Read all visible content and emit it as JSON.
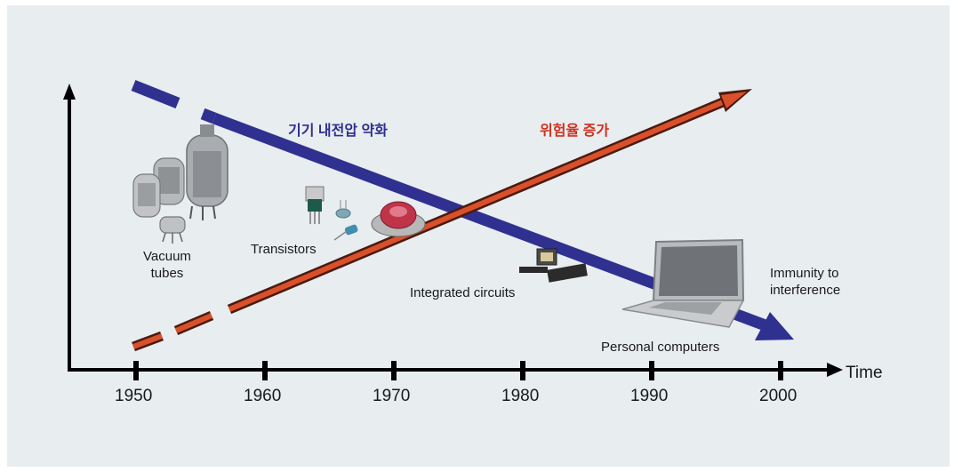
{
  "colors": {
    "background": "#e8edf0",
    "axis": "#000000",
    "decreasing_arrow": "#303090",
    "increasing_arrow": "#c63a22",
    "decreasing_label": "#2f2f8f",
    "increasing_label": "#d1301c"
  },
  "axis": {
    "x_label": "Time",
    "ticks": [
      "1950",
      "1960",
      "1970",
      "1980",
      "1990",
      "2000"
    ]
  },
  "trends": {
    "decreasing": {
      "label": "기기 내전압 약화"
    },
    "increasing": {
      "label": "위험율 증가"
    }
  },
  "eras": {
    "vacuum_tubes": "Vacuum\ntubes",
    "transistors": "Transistors",
    "integrated_circuits": "Integrated circuits",
    "personal_computers": "Personal computers",
    "immunity": "Immunity to\ninterference"
  }
}
